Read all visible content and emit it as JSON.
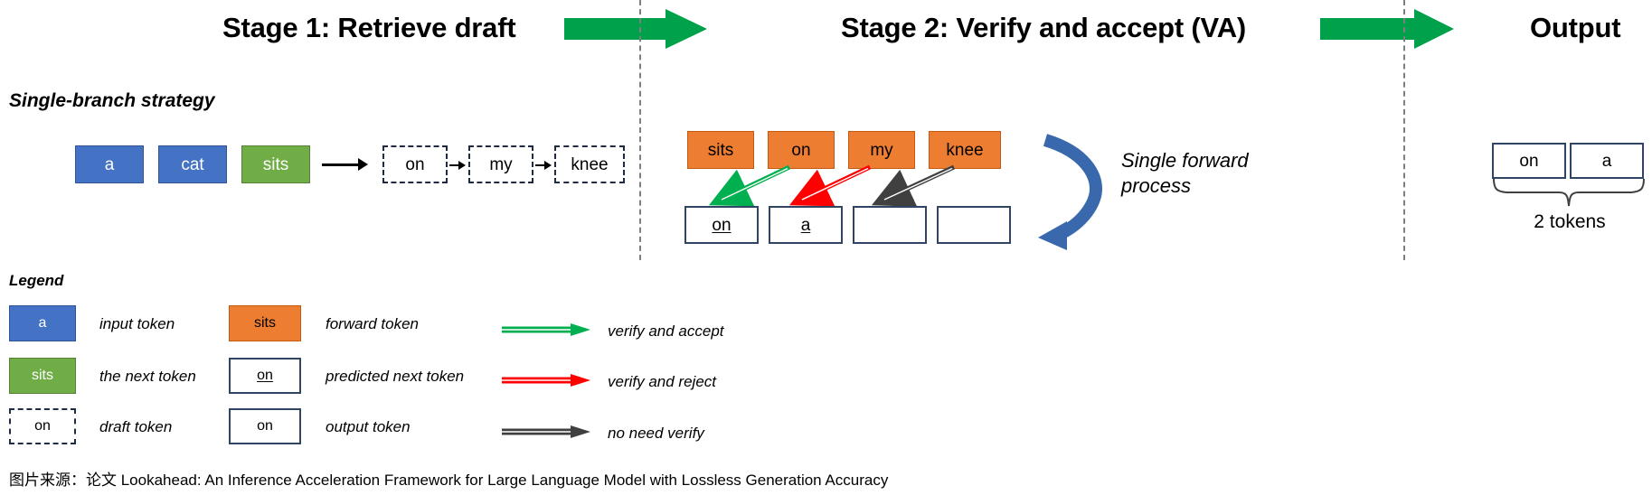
{
  "headings": {
    "stage1": "Stage 1: Retrieve draft",
    "stage2": "Stage 2: Verify and accept (VA)",
    "output": "Output",
    "strategy": "Single-branch strategy",
    "legend": "Legend"
  },
  "colors": {
    "input_token": "#4472c4",
    "next_token": "#70ad47",
    "forward_token": "#ed7d31",
    "stage_arrow": "#00a14b",
    "verify_accept": "#00b050",
    "verify_reject": "#ff0000",
    "no_need_verify": "#404040",
    "process_arrow": "#3a68ad",
    "box_border": "#2f4563",
    "divider": "#7f7f7f"
  },
  "stage1": {
    "input_tokens": [
      {
        "text": "a",
        "kind": "input"
      },
      {
        "text": "cat",
        "kind": "input"
      },
      {
        "text": "sits",
        "kind": "next"
      }
    ],
    "draft_tokens": [
      {
        "text": "on"
      },
      {
        "text": "my"
      },
      {
        "text": "knee"
      }
    ]
  },
  "stage2": {
    "forward_tokens": [
      "sits",
      "on",
      "my",
      "knee"
    ],
    "predicted_tokens": [
      {
        "text": "on",
        "underline": true
      },
      {
        "text": "a",
        "underline": true
      },
      {
        "text": "",
        "underline": false
      },
      {
        "text": "",
        "underline": false
      }
    ],
    "edges": [
      {
        "from": "on",
        "to": "on",
        "type": "verify and accept"
      },
      {
        "from": "my",
        "to": "a",
        "type": "verify and reject"
      },
      {
        "from": "knee",
        "to": "",
        "type": "no need verify"
      }
    ],
    "process_label_line1": "Single forward",
    "process_label_line2": "process"
  },
  "output": {
    "tokens": [
      "on",
      "a"
    ],
    "count_label": "2 tokens"
  },
  "legend": {
    "column1": [
      {
        "swatch": "blue-box",
        "sample": "a",
        "label": "input token"
      },
      {
        "swatch": "green-box",
        "sample": "sits",
        "label": "the next token"
      },
      {
        "swatch": "dashed-box",
        "sample": "on",
        "label": "draft token"
      }
    ],
    "column2": [
      {
        "swatch": "orange-box",
        "sample": "sits",
        "label": "forward token"
      },
      {
        "swatch": "white-box-underline",
        "sample": "on",
        "label": "predicted next token"
      },
      {
        "swatch": "white-box",
        "sample": "on",
        "label": "output token"
      }
    ],
    "column3": [
      {
        "swatch": "green-arrow",
        "label": "verify and accept"
      },
      {
        "swatch": "red-arrow",
        "label": "verify and reject"
      },
      {
        "swatch": "gray-arrow",
        "label": "no need verify"
      }
    ]
  },
  "caption": "图片来源：论文 Lookahead: An Inference Acceleration Framework for Large Language Model with Lossless Generation Accuracy"
}
